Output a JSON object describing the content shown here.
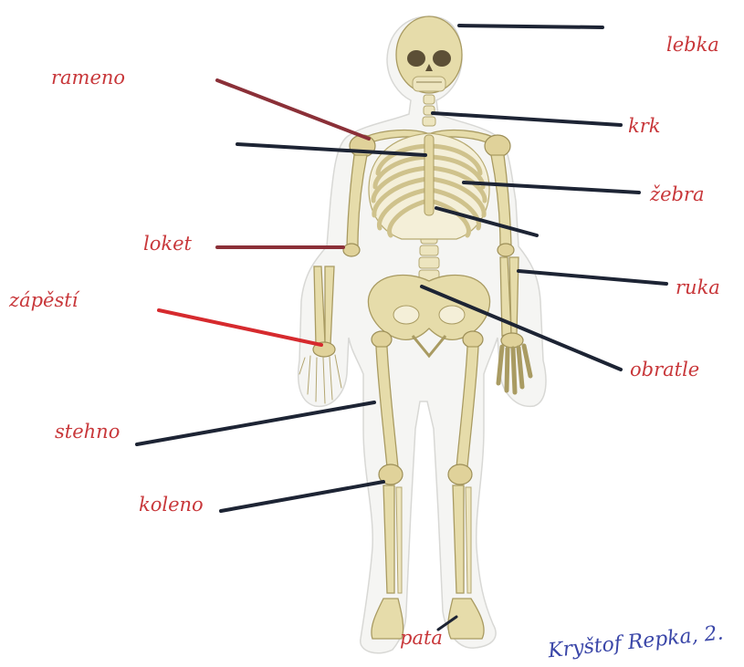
{
  "labels": {
    "lebka": "lebka",
    "krk": "krk",
    "rameno": "rameno",
    "zebra": "žebra",
    "loket": "loket",
    "ruka": "ruka",
    "zapesti": "zápěstí",
    "obratle": "obratle",
    "stehno": "stehno",
    "koleno": "koleno",
    "pata": "pata"
  },
  "signature": "Kryštof Repka, 2.",
  "colors": {
    "label_text": "#c8373a",
    "signature_ink": "#3a46a8",
    "line_dark": "#1d2434",
    "line_maroon": "#8b3038",
    "line_red": "#d62a2e",
    "bone": "#e6dcaa"
  }
}
